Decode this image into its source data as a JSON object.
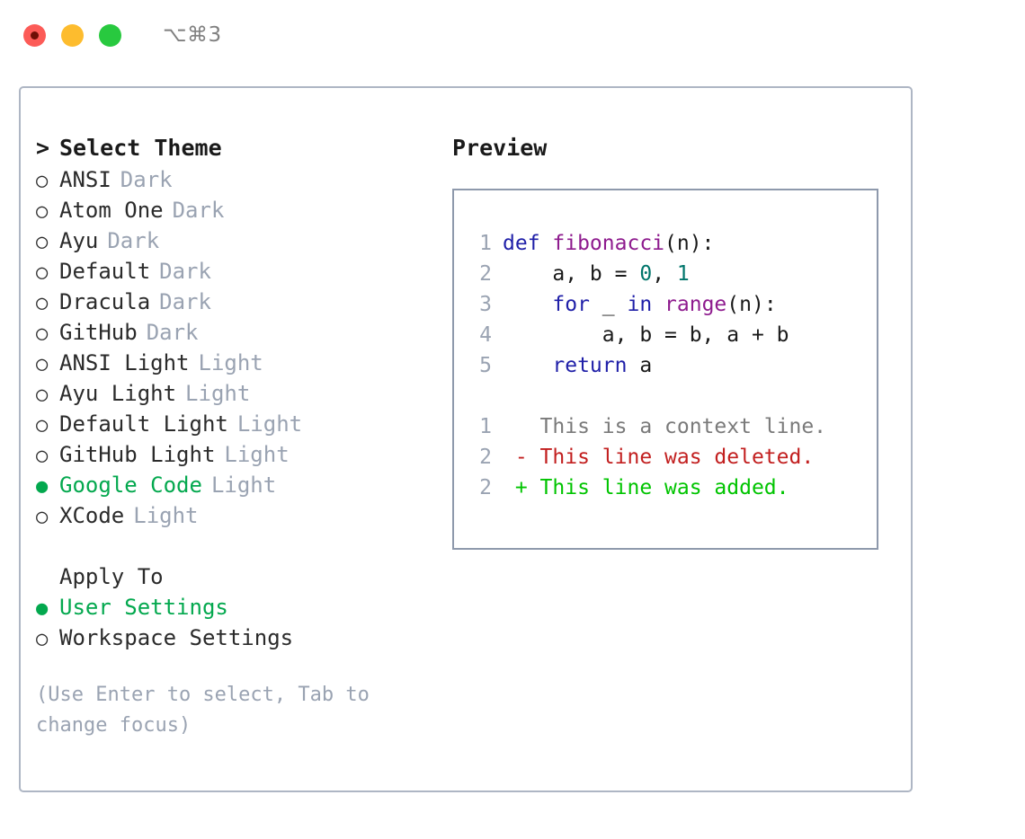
{
  "titlebar": {
    "traffic_lights": [
      {
        "name": "close",
        "color": "#fc5b57"
      },
      {
        "name": "minimize",
        "color": "#fdbc2e"
      },
      {
        "name": "zoom",
        "color": "#28c93f"
      }
    ],
    "shortcut": "⌥⌘3"
  },
  "colors": {
    "accent_green": "#03a84e",
    "panel_border": "#aeb6c4",
    "preview_border": "#8e99ac",
    "muted_text": "#9aa3b2",
    "keyword": "#1f1fa8",
    "function": "#8e1b8e",
    "number": "#00756b",
    "diff_added": "#00c400",
    "diff_deleted": "#c21f1f",
    "diff_context": "#7a7a7a"
  },
  "theme_list": {
    "header": "Select Theme",
    "caret": ">",
    "marker_unselected": "○",
    "marker_selected": "●",
    "items": [
      {
        "label": "ANSI",
        "tag": "Dark",
        "selected": false
      },
      {
        "label": "Atom One",
        "tag": "Dark",
        "selected": false
      },
      {
        "label": "Ayu",
        "tag": "Dark",
        "selected": false
      },
      {
        "label": "Default",
        "tag": "Dark",
        "selected": false
      },
      {
        "label": "Dracula",
        "tag": "Dark",
        "selected": false
      },
      {
        "label": "GitHub",
        "tag": "Dark",
        "selected": false
      },
      {
        "label": "ANSI Light",
        "tag": "Light",
        "selected": false
      },
      {
        "label": "Ayu Light",
        "tag": "Light",
        "selected": false
      },
      {
        "label": "Default Light",
        "tag": "Light",
        "selected": false
      },
      {
        "label": "GitHub Light",
        "tag": "Light",
        "selected": false
      },
      {
        "label": "Google Code",
        "tag": "Light",
        "selected": true
      },
      {
        "label": "XCode",
        "tag": "Light",
        "selected": false
      }
    ]
  },
  "apply_to": {
    "header": "Apply To",
    "items": [
      {
        "label": "User Settings",
        "selected": true
      },
      {
        "label": "Workspace Settings",
        "selected": false
      }
    ]
  },
  "hint": "(Use Enter to select, Tab to change focus)",
  "preview": {
    "title": "Preview",
    "code_lines": [
      {
        "num": "1",
        "tokens": [
          {
            "t": "def ",
            "c": "kw"
          },
          {
            "t": "fibonacci",
            "c": "fn"
          },
          {
            "t": "(n):",
            "c": "pl"
          }
        ]
      },
      {
        "num": "2",
        "tokens": [
          {
            "t": "    a, b = ",
            "c": "pl"
          },
          {
            "t": "0",
            "c": "num"
          },
          {
            "t": ", ",
            "c": "pl"
          },
          {
            "t": "1",
            "c": "num"
          }
        ]
      },
      {
        "num": "3",
        "tokens": [
          {
            "t": "    ",
            "c": "pl"
          },
          {
            "t": "for",
            "c": "kw"
          },
          {
            "t": " _ ",
            "c": "pl"
          },
          {
            "t": "in",
            "c": "kw"
          },
          {
            "t": " ",
            "c": "pl"
          },
          {
            "t": "range",
            "c": "fn"
          },
          {
            "t": "(n):",
            "c": "pl"
          }
        ]
      },
      {
        "num": "4",
        "tokens": [
          {
            "t": "        a, b = b, a + b",
            "c": "pl"
          }
        ]
      },
      {
        "num": "5",
        "tokens": [
          {
            "t": "    ",
            "c": "pl"
          },
          {
            "t": "return",
            "c": "kw"
          },
          {
            "t": " a",
            "c": "pl"
          }
        ]
      }
    ],
    "diff_lines": [
      {
        "num": "1",
        "sign": " ",
        "text": " This is a context line.",
        "kind": "ctx"
      },
      {
        "num": "2",
        "sign": "-",
        "text": " This line was deleted.",
        "kind": "del"
      },
      {
        "num": "2",
        "sign": "+",
        "text": " This line was added.",
        "kind": "add"
      }
    ]
  }
}
